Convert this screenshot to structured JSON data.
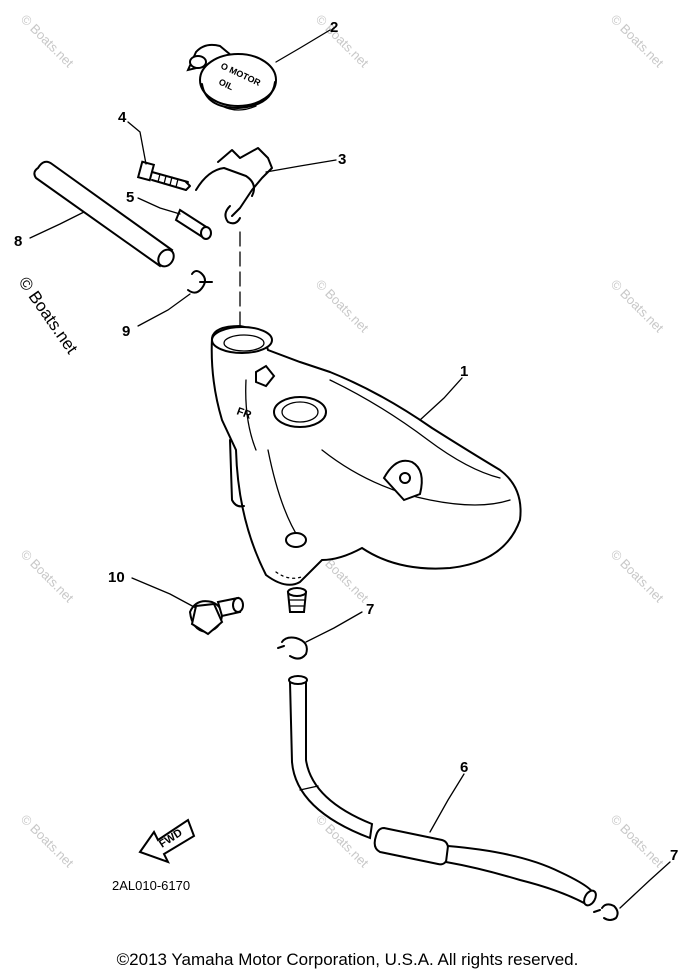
{
  "callouts": {
    "c1": "1",
    "c2": "2",
    "c3": "3",
    "c4": "4",
    "c5": "5",
    "c6": "6",
    "c7a": "7",
    "c7b": "7",
    "c8": "8",
    "c9": "9",
    "c10": "10"
  },
  "watermark": {
    "main": "© Boats.net",
    "faint": "© Boats.net"
  },
  "cap_text": {
    "line1": "O MOTOR",
    "line2": "OIL"
  },
  "fwd_label": "FWD",
  "tank_mark": "FR",
  "part_code": "2AL010-6170",
  "copyright": "©2013 Yamaha Motor Corporation, U.S.A. All rights reserved."
}
